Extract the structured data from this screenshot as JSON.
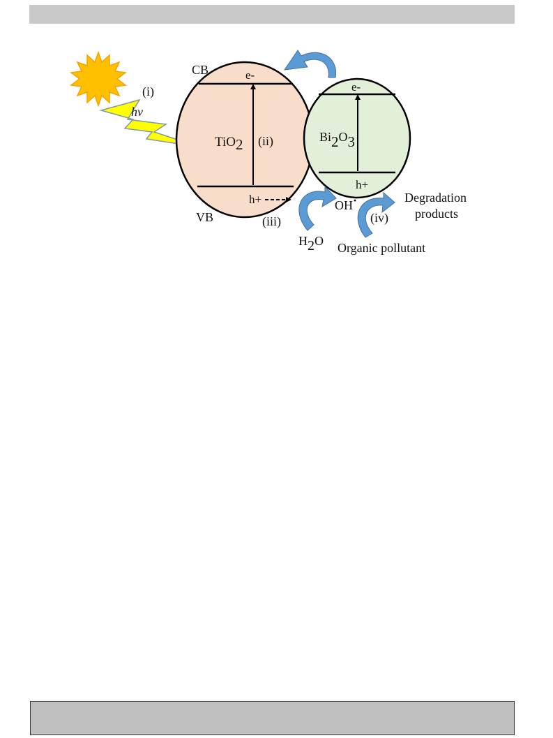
{
  "labels": {
    "cb": "CB",
    "vb": "VB",
    "step1": "(i)",
    "step2": "(ii)",
    "step3": "(iii)",
    "step4": "(iv)",
    "hv": "hv",
    "tio2_main": "TiO",
    "tio2_sub": "2",
    "bi2o3_bi": "Bi",
    "bi2o3_sub1": "2",
    "bi2o3_o": "O",
    "bi2o3_sub2": "3",
    "tio2_electron": "e-",
    "tio2_hole": "h+",
    "bi2o3_electron": "e-",
    "bi2o3_hole": "h+",
    "hydroxyl": "OH",
    "hydroxyl_dot": "·",
    "water_h": "H",
    "water_sub": "2",
    "water_o": "O",
    "degradation_line1": "Degradation",
    "degradation_line2": "products",
    "pollutant": "Organic pollutant"
  },
  "colors": {
    "tio2_fill": "#f9ddcb",
    "bi2o3_fill": "#e2efd9",
    "sun_fill": "#ffc000",
    "sun_stroke": "#f4a300",
    "lightning_fill": "#ffff00",
    "lightning_stroke": "#7f9aa0",
    "curved_arrow": "#5b9bd5",
    "bars": "#c9c9c9"
  }
}
